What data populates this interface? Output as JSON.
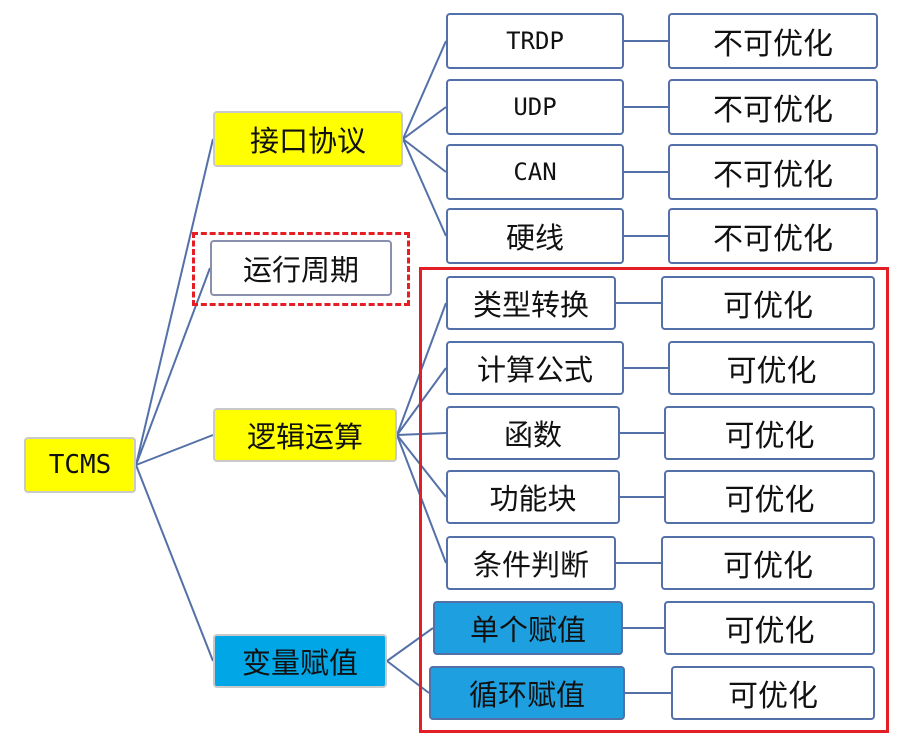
{
  "colors": {
    "connector": "#5470a8",
    "highlight_frame": "#e31e24",
    "category_yellow": "#ffff00",
    "category_blue": "#00a6e6"
  },
  "root": {
    "label": "TCMS"
  },
  "categories": [
    {
      "label": "接口协议",
      "items": [
        {
          "label": "TRDP",
          "result": "不可优化"
        },
        {
          "label": "UDP",
          "result": "不可优化"
        },
        {
          "label": "CAN",
          "result": "不可优化"
        },
        {
          "label": "硬线",
          "result": "不可优化"
        }
      ]
    },
    {
      "label": "运行周期",
      "items": []
    },
    {
      "label": "逻辑运算",
      "items": [
        {
          "label": "类型转换",
          "result": "可优化"
        },
        {
          "label": "计算公式",
          "result": "可优化"
        },
        {
          "label": "函数",
          "result": "可优化"
        },
        {
          "label": "功能块",
          "result": "可优化"
        },
        {
          "label": "条件判断",
          "result": "可优化"
        }
      ]
    },
    {
      "label": "变量赋值",
      "items": [
        {
          "label": "单个赋值",
          "result": "可优化"
        },
        {
          "label": "循环赋值",
          "result": "可优化"
        }
      ]
    }
  ]
}
